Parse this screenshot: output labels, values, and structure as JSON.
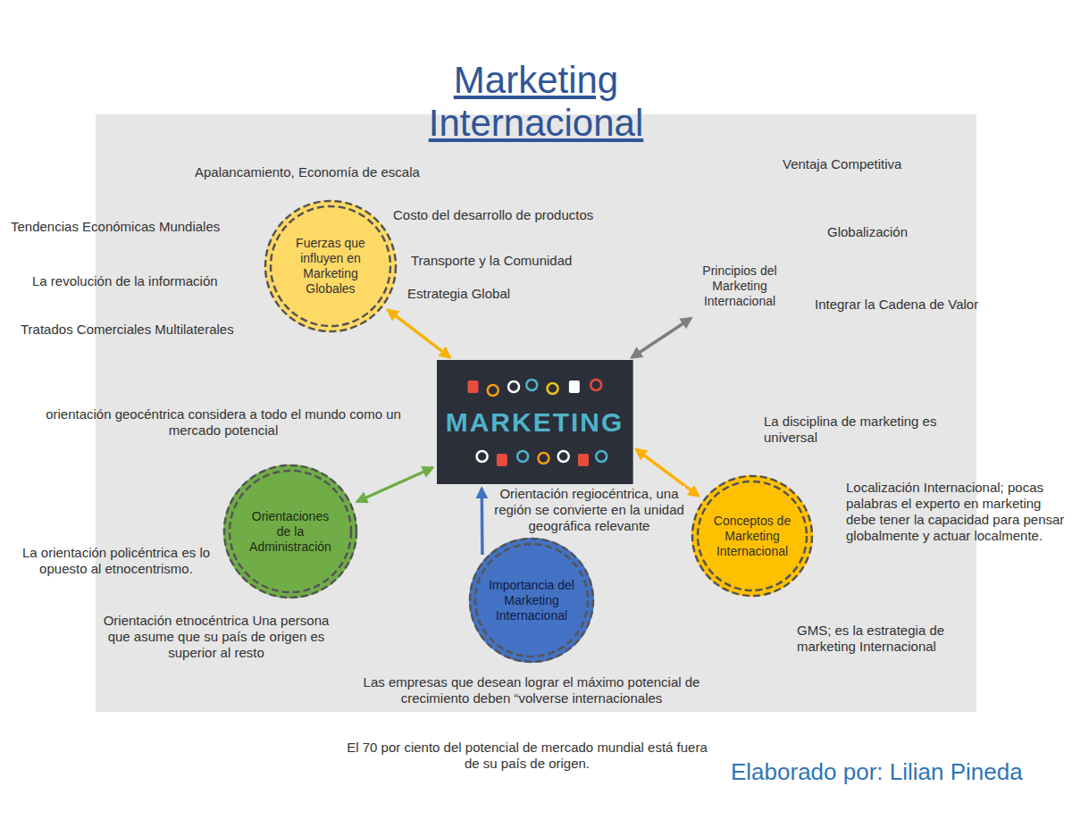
{
  "diagram": {
    "title": "Marketing Internacional",
    "nodes": [
      {
        "text": [
          "Fuerzas que influyen en Marketing Globales"
        ]
      },
      {
        "text": [
          "Principios del Marketing Internacional"
        ]
      },
      {
        "text": [
          "MARKETING"
        ]
      },
      {
        "text": [
          "Orientaciones de la Administración"
        ]
      },
      {
        "text": [
          "Conceptos de Marketing Internacional"
        ]
      },
      {
        "text": [
          "Importancia del Marketing Internacional"
        ]
      }
    ],
    "edges": [
      {
        "from": 0,
        "to": 2,
        "arrow": "both"
      },
      {
        "from": 1,
        "to": 2,
        "arrow": "both"
      },
      {
        "from": 3,
        "to": 2,
        "arrow": "both"
      },
      {
        "from": 5,
        "to": 2,
        "arrow": "to"
      },
      {
        "from": 4,
        "to": 2,
        "arrow": "both"
      }
    ],
    "labels": [
      "Apalancamiento, Economía de escala",
      "Tendencias Económicas Mundiales",
      "La revolución de la información",
      "Tratados Comerciales Multilaterales",
      "Costo del desarrollo de productos",
      "Transporte y la Comunidad",
      "Estrategia Global",
      "Ventaja Competitiva",
      "Globalización",
      "Integrar la Cadena de Valor",
      "orientación geocéntrica considera a todo el mundo como un mercado potencial",
      "Orientación regiocéntrica, una región se convierte en la unidad geográfica relevante",
      "La orientación policéntrica es lo opuesto al etnocentrismo.",
      "Orientación etnocéntrica Una persona que asume que su país de origen es superior al resto",
      "La disciplina de marketing es universal",
      "Localización Internacional; pocas palabras el experto en marketing debe tener la capacidad para pensar globalmente y actuar localmente.",
      "GMS; es la estrategia de marketing Internacional",
      "Las empresas que desean lograr el máximo potencial de crecimiento deben “volverse internacionales",
      "El 70 por ciento del potencial de mercado mundial está fuera de su país de origen.",
      "Elaborado por: Lilian Pineda"
    ]
  }
}
